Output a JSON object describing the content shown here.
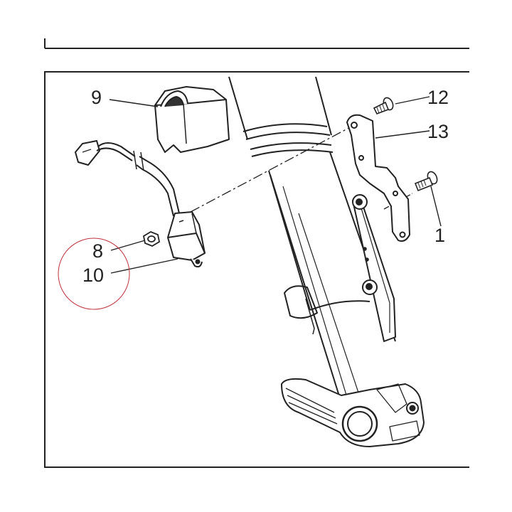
{
  "diagram": {
    "callouts": {
      "c1": "1",
      "c8": "8",
      "c9": "9",
      "c10": "10",
      "c12": "12",
      "c13": "13"
    },
    "highlight_color": "#c0323c",
    "line_color": "#222222"
  }
}
